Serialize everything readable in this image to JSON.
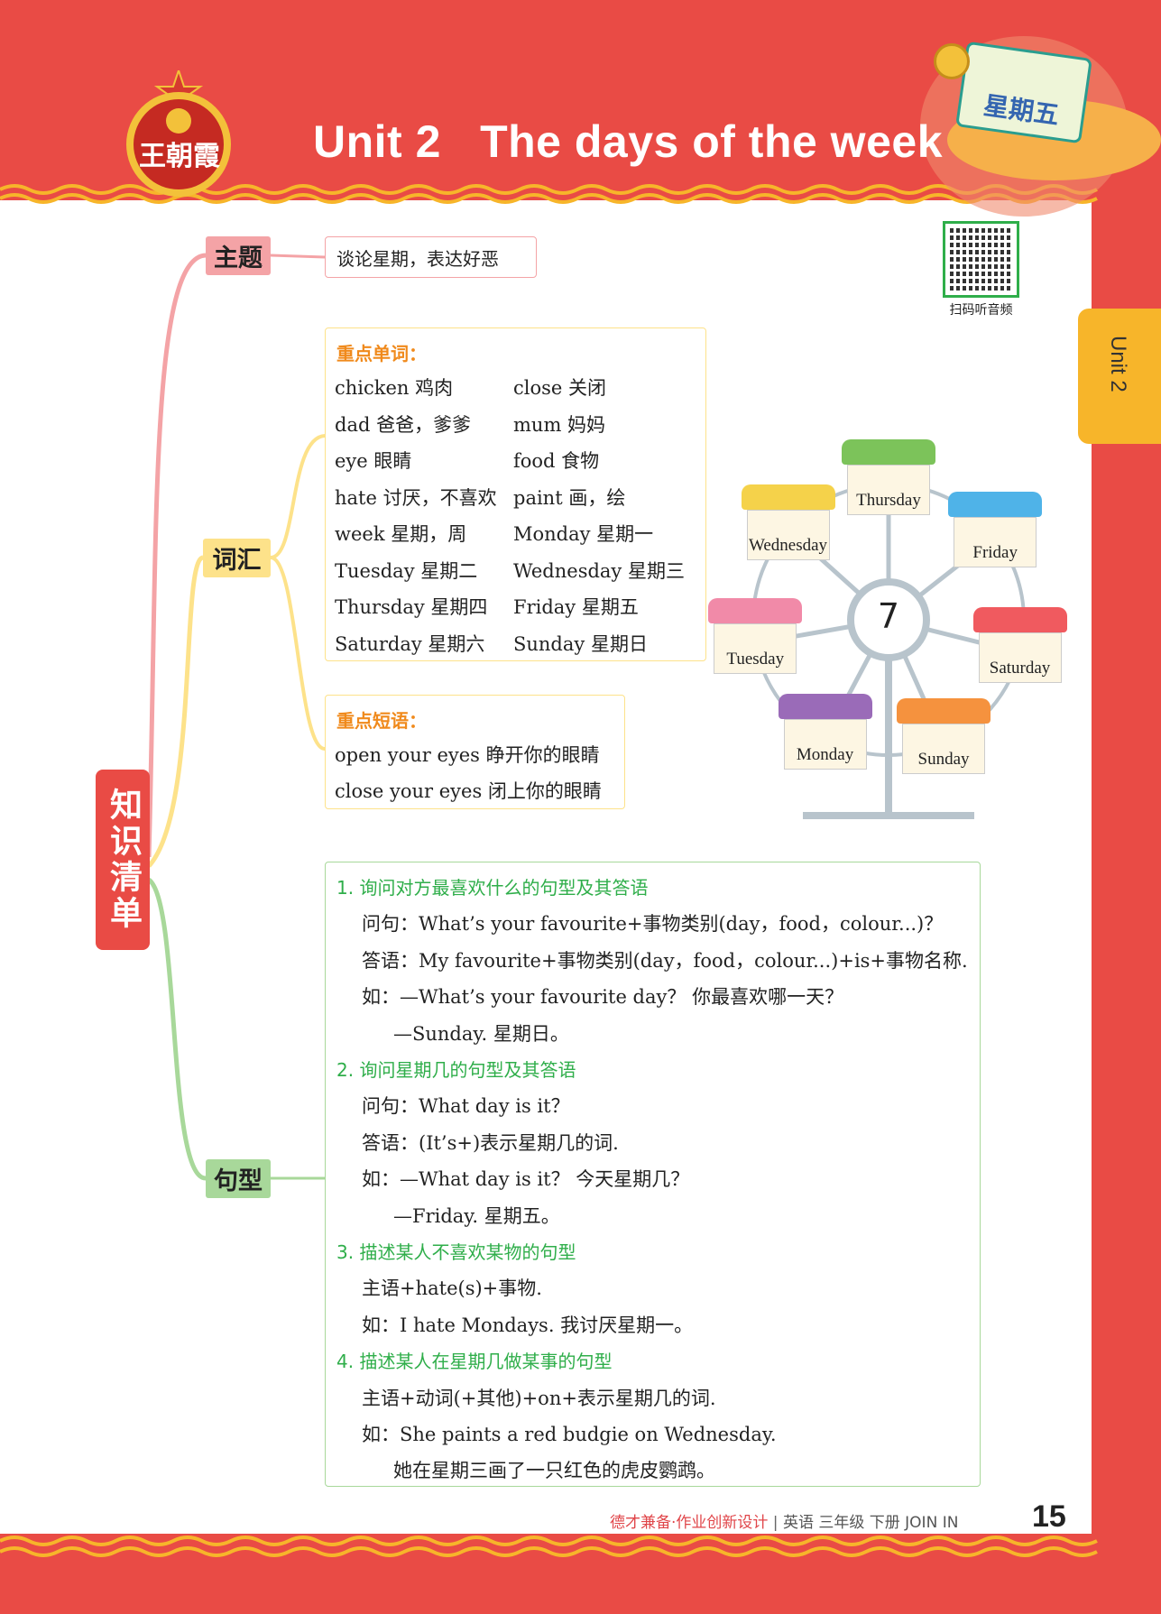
{
  "header": {
    "title": "Unit 2   The days of the week",
    "logo_text": "王朝霞",
    "calendar_text": "星期五"
  },
  "side_tab": "Unit 2",
  "mindmap": {
    "root": "知识清单",
    "topic": {
      "label": "主题",
      "content": "谈论星期，表达好恶"
    },
    "vocab": {
      "label": "词汇",
      "words_title": "重点单词：",
      "words": [
        [
          "chicken 鸡肉",
          "close 关闭"
        ],
        [
          "dad 爸爸，爹爹",
          "mum 妈妈"
        ],
        [
          "eye 眼睛",
          "food 食物"
        ],
        [
          "hate 讨厌，不喜欢",
          "paint 画，绘"
        ],
        [
          "week 星期，周",
          "Monday 星期一"
        ],
        [
          "Tuesday 星期二",
          "Wednesday 星期三"
        ],
        [
          "Thursday 星期四",
          "Friday 星期五"
        ],
        [
          "Saturday 星期六",
          "Sunday 星期日"
        ]
      ],
      "phrases_title": "重点短语：",
      "phrases": [
        "open your eyes 睁开你的眼睛",
        "close your eyes 闭上你的眼睛"
      ]
    },
    "sentences": {
      "label": "句型",
      "lines": [
        {
          "t": "h",
          "text": "1. 询问对方最喜欢什么的句型及其答语"
        },
        {
          "t": "a",
          "text": "问句：What’s your favourite+事物类别(day，food，colour...)？"
        },
        {
          "t": "a",
          "text": "答语：My favourite+事物类别(day，food，colour...)+is+事物名称."
        },
        {
          "t": "a",
          "text": "如：—What’s your favourite day？ 你最喜欢哪一天？"
        },
        {
          "t": "b",
          "text": "—Sunday. 星期日。"
        },
        {
          "t": "h",
          "text": "2. 询问星期几的句型及其答语"
        },
        {
          "t": "a",
          "text": "问句：What day is it？"
        },
        {
          "t": "a",
          "text": "答语：(It’s+)表示星期几的词."
        },
        {
          "t": "a",
          "text": "如：—What day is it？ 今天星期几？"
        },
        {
          "t": "b",
          "text": "—Friday. 星期五。"
        },
        {
          "t": "h",
          "text": "3. 描述某人不喜欢某物的句型"
        },
        {
          "t": "a",
          "text": "主语+hate(s)+事物."
        },
        {
          "t": "a",
          "text": "如：I hate Mondays. 我讨厌星期一。"
        },
        {
          "t": "h",
          "text": "4. 描述某人在星期几做某事的句型"
        },
        {
          "t": "a",
          "text": "主语+动词(+其他)+on+表示星期几的词."
        },
        {
          "t": "a",
          "text": "如：She paints a red budgie on Wednesday."
        },
        {
          "t": "b",
          "text": "她在星期三画了一只红色的虎皮鹦鹉。"
        }
      ]
    }
  },
  "qr": {
    "caption": "扫码听音频"
  },
  "wheel": {
    "center": "7",
    "days": [
      "Thursday",
      "Friday",
      "Saturday",
      "Sunday",
      "Monday",
      "Tuesday",
      "Wednesday"
    ]
  },
  "footer": {
    "series": "德才兼备·作业创新设计",
    "meta": "英语  三年级  下册  JOIN IN",
    "page": "15"
  },
  "colors": {
    "red": "#e94b45",
    "pink": "#f4a3a6",
    "yellow": "#fde28a",
    "green": "#a8d89a",
    "orange": "#f08a1c",
    "green_text": "#2fae4a"
  }
}
